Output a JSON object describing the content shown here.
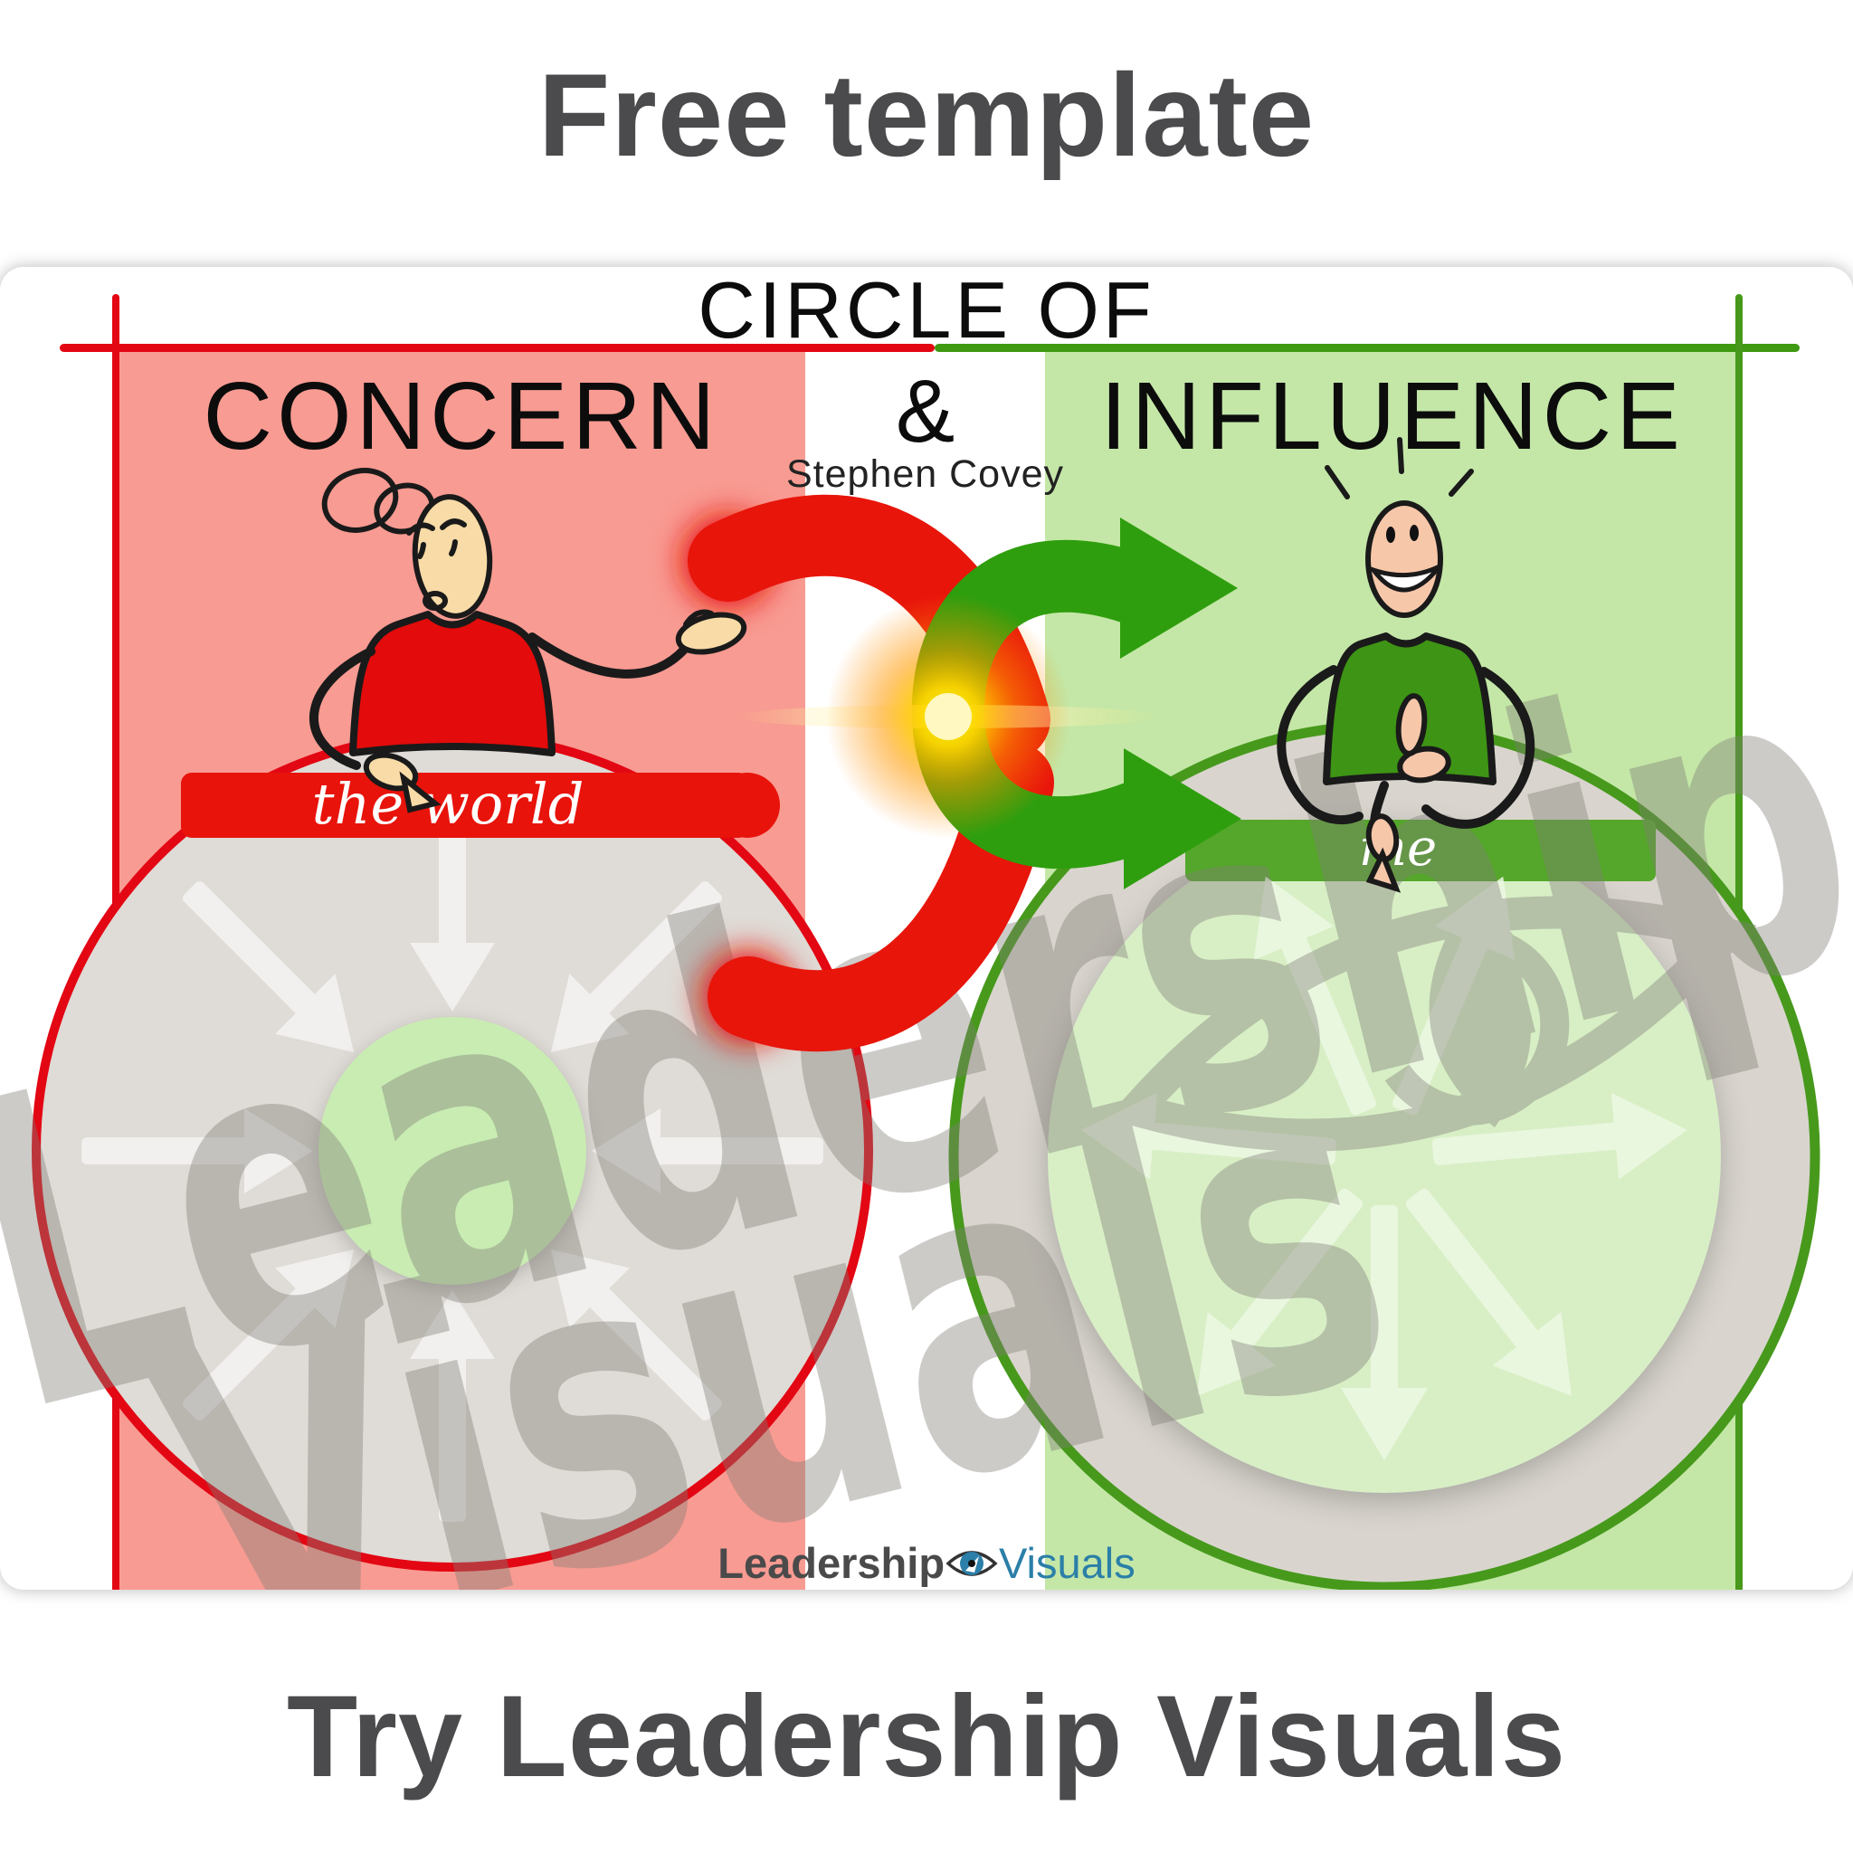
{
  "page": {
    "title": "Free template",
    "tagline": "Try Leadership Visuals"
  },
  "diagram": {
    "title": "CIRCLE OF",
    "ampersand": "&",
    "author": "Stephen Covey",
    "concern": {
      "heading": "CONCERN",
      "circle_label": "the world"
    },
    "influence": {
      "heading": "INFLUENCE",
      "circle_label": "me"
    }
  },
  "watermark": {
    "line1": "Leadership",
    "line2": "Visuals"
  },
  "logo": {
    "name": "Leadership",
    "suffix": "Visuals"
  },
  "colors": {
    "title_gray": "#4b4b4d",
    "accent_red": "#e8150b",
    "border_red": "#e30613",
    "band_red": "#e8130b",
    "shirt_red": "#e30b0b",
    "accent_green": "#3f9911",
    "border_green": "#47991c",
    "arrow_green": "#2f9e0e",
    "band_green": "#55a72b",
    "shirt_green": "#3e9415",
    "panel_red": "#f89b92",
    "panel_green": "#c4e7a7",
    "circle_gray": "#dfdbd6",
    "ring_gray": "#d9d5ce",
    "core_green": "#c8ecb2",
    "inner_green": "#d8efc6",
    "skin_left": "#f8dba6",
    "skin_right": "#f7c7aa",
    "ink": "#1a1a1a",
    "logo_teal": "#2b7fa8",
    "watermark_gray": "#807d76",
    "glow_yellow": "#ffd300"
  }
}
